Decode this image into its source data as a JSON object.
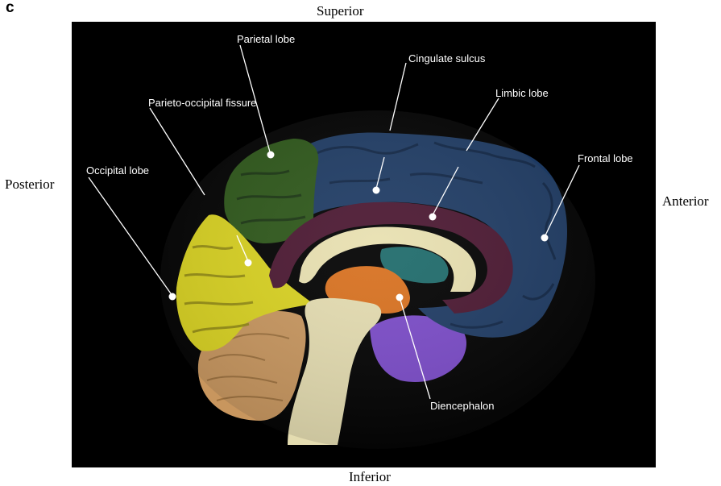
{
  "panel_label": "c",
  "orientation": {
    "superior": "Superior",
    "inferior": "Inferior",
    "posterior": "Posterior",
    "anterior": "Anterior"
  },
  "labels": {
    "parietal_lobe": "Parietal lobe",
    "cingulate_sulcus": "Cingulate sulcus",
    "limbic_lobe": "Limbic lobe",
    "parieto_occipital_fissure": "Parieto-occipital fissure",
    "frontal_lobe": "Frontal lobe",
    "occipital_lobe": "Occipital lobe",
    "diencephalon": "Diencephalon"
  },
  "colors": {
    "background": "#000000",
    "frontal": "#1d3a63",
    "parietal": "#2c5618",
    "occipital": "#d9d21f",
    "limbic": "#4a1630",
    "corpus_callosum": "#e8e0b0",
    "ventricle": "#1d6a6a",
    "diencephalon": "#d8701e",
    "temporal": "#7a4ac8",
    "cerebellum": "#c8965e",
    "brainstem": "#e4dcb0"
  }
}
